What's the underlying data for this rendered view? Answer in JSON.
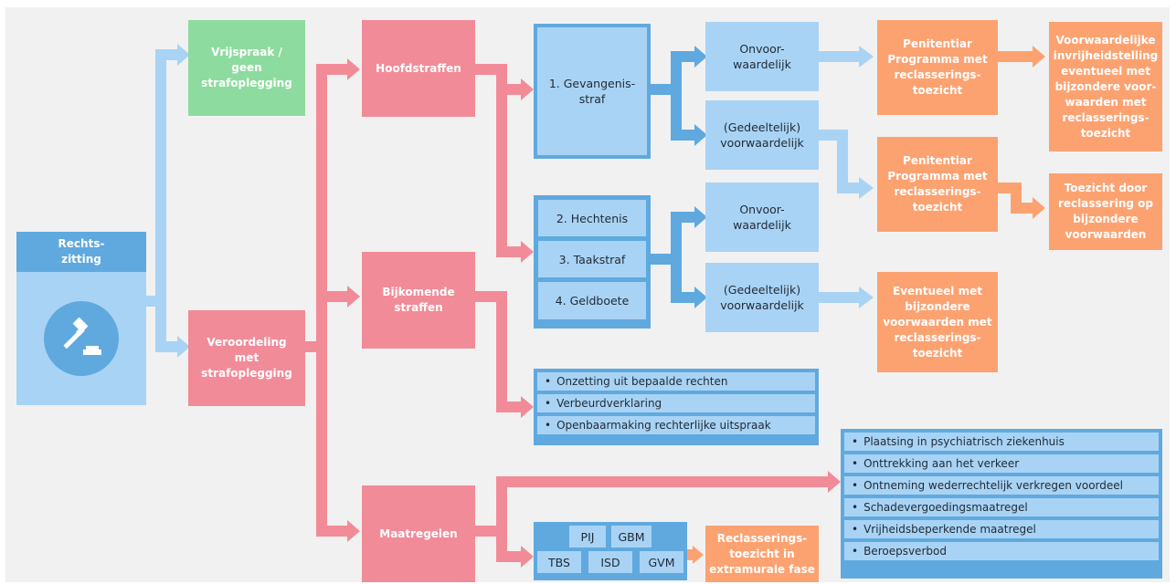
{
  "colors": {
    "pink": "#f28b98",
    "green": "#8edb9f",
    "orange": "#fca271",
    "light_blue": "#a9d3f4",
    "mid_blue": "#5fa9df"
  },
  "rechtszitting": {
    "title": "Rechts-\nzitting",
    "icon": "gavel-icon"
  },
  "vrijspraak": "Vrijspraak /\ngeen\nstrafoplegging",
  "veroordeling": "Veroordeling\nmet\nstrafoplegging",
  "hoofdstraffen": "Hoofdstraffen",
  "bijkomende": "Bijkomende\nstraffen",
  "maatregelen": "Maatregelen",
  "gevangenisstraf": "1. Gevangenis-\nstraf",
  "straffen_group": [
    "2. Hechtenis",
    "3. Taakstraf",
    "4. Geldboete"
  ],
  "onvoorwaardelijk_1": "Onvoor-\nwaardelijk",
  "voorwaardelijk_1": "(Gedeeltelijk)\nvoorwaardelijk",
  "onvoorwaardelijk_2": "Onvoor-\nwaardelijk",
  "voorwaardelijk_2": "(Gedeeltelijk)\nvoorwaardelijk",
  "penitentiair_1": "Penitentiar\nProgramma met\nreclasserings-\ntoezicht",
  "penitentiair_2": "Penitentiar\nProgramma met\nreclasserings-\ntoezicht",
  "voorwaardelijke_invrijheid": "Voorwaardelijke\ninvrijheidstelling\neventueel met\nbijzondere voor-\nwaarden met\nreclasserings-\ntoezicht",
  "toezicht_reclassering": "Toezicht door\nreclassering op\nbijzondere\nvoorwaarden",
  "eventueel_bijzondere": "Eventueel met\nbijzondere\nvoorwaarden met\nreclasserings-\ntoezicht",
  "bijkomende_list": [
    "Onzetting uit bepaalde rechten",
    "Verbeurdverklaring",
    "Openbaarmaking rechterlijke uitspraak"
  ],
  "maatregelen_list": [
    "Plaatsing in psychiatrisch ziekenhuis",
    "Onttrekking aan het verkeer",
    "Ontneming wederrechtelijk verkregen voordeel",
    "Schadevergoedingsmaatregel",
    "Vrijheidsbeperkende maatregel",
    "Beroepsverbod"
  ],
  "measures_top": [
    "PIJ",
    "GBM"
  ],
  "measures_bottom": [
    "TBS",
    "ISD",
    "GVM"
  ],
  "reclassering_extramuraal": "Reclasserings-\ntoezicht in\nextramurale fase",
  "bullet": "•"
}
